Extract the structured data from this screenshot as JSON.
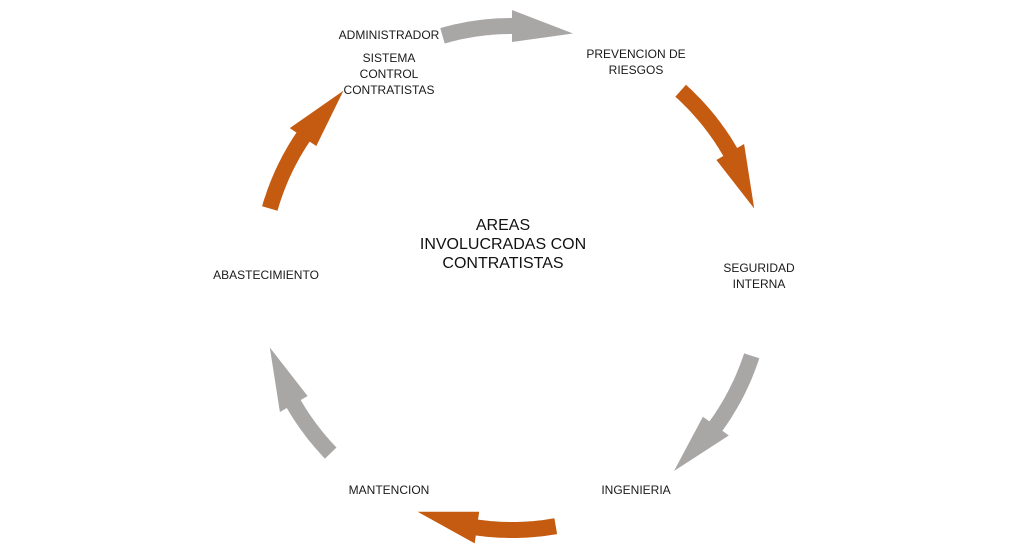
{
  "diagram": {
    "center_label": "AREAS\nINVOLUCRADAS CON\nCONTRATISTAS",
    "nodes": [
      {
        "id": "administrador",
        "label": "ADMINISTRADOR"
      },
      {
        "id": "sistema",
        "label": "SISTEMA\nCONTROL\nCONTRATISTAS"
      },
      {
        "id": "prevencion",
        "label": "PREVENCION DE\nRIESGOS"
      },
      {
        "id": "seguridad",
        "label": "SEGURIDAD\nINTERNA"
      },
      {
        "id": "ingenieria",
        "label": "INGENIERIA"
      },
      {
        "id": "mantencion",
        "label": "MANTENCION"
      },
      {
        "id": "abastecimiento",
        "label": "ABASTECIMIENTO"
      }
    ],
    "arrows": [
      {
        "id": "arrow-admin-to-prevencion",
        "color": "#a9a6a6"
      },
      {
        "id": "arrow-prevencion-to-seguridad",
        "color": "#c55a11"
      },
      {
        "id": "arrow-seguridad-to-ingenieria",
        "color": "#a9a6a6"
      },
      {
        "id": "arrow-ingenieria-to-mantencion",
        "color": "#c55a11"
      },
      {
        "id": "arrow-mantencion-to-abastecimiento",
        "color": "#a9a6a6"
      },
      {
        "id": "arrow-abastecimiento-to-admin",
        "color": "#c55a11"
      }
    ],
    "colors": {
      "orange": "#c55a11",
      "gray": "#a9a6a6"
    }
  }
}
